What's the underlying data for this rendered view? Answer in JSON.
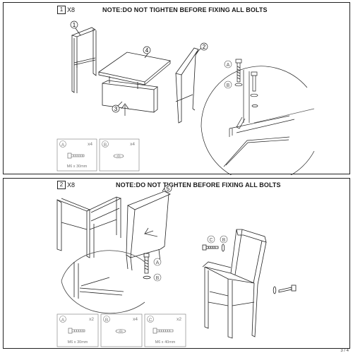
{
  "steps": [
    {
      "step_number": "1",
      "quantity": "X8",
      "note": "NOTE:DO NOT TIGHTEN BEFORE FIXING ALL BOLTS",
      "callouts": [
        "1",
        "2",
        "3",
        "4"
      ],
      "detail_labels": [
        "A",
        "B"
      ],
      "parts": [
        {
          "letter": "A",
          "count": "x4",
          "spec": "M6 x 30mm"
        },
        {
          "letter": "B",
          "count": "x4",
          "spec": ""
        }
      ]
    },
    {
      "step_number": "2",
      "quantity": "X8",
      "note": "NOTE:DO NOT TIGHTEN BEFORE FIXING ALL BOLTS",
      "callouts": [
        "5"
      ],
      "detail_labels": [
        "A",
        "B",
        "C",
        "B"
      ],
      "parts": [
        {
          "letter": "A",
          "count": "x2",
          "spec": "M6 x 30mm"
        },
        {
          "letter": "B",
          "count": "x4",
          "spec": ""
        },
        {
          "letter": "C",
          "count": "x2",
          "spec": "M6 x 40mm"
        }
      ]
    }
  ],
  "page_number": "3 / 4",
  "colors": {
    "line": "#222222",
    "light_line": "#777777",
    "parts_bg": "#ffffff"
  },
  "icons": [
    "bolt-icon",
    "washer-icon",
    "arrow-up-icon",
    "arrow-left-icon"
  ]
}
